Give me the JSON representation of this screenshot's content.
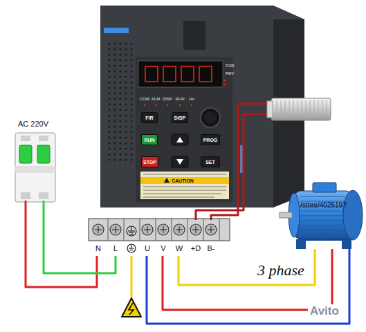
{
  "diagram": {
    "nodes": [
      {
        "text": [
          "F/R"
        ]
      },
      {
        "text": [
          "DISP"
        ]
      },
      {
        "text": [
          "RUN"
        ]
      },
      {
        "text": [
          "PROG"
        ]
      },
      {
        "text": [
          "STOP"
        ]
      },
      {
        "text": [
          "SET"
        ]
      }
    ],
    "labels": [
      "AC 220V",
      "FOR",
      "REV",
      "COM",
      "ALM",
      "DISP",
      "RUN",
      "Hz",
      "CAUTION",
      "N",
      "L",
      "U",
      "V",
      "W",
      "+D",
      "B-",
      "/store/402519?",
      "3 phase",
      "Avito"
    ]
  }
}
